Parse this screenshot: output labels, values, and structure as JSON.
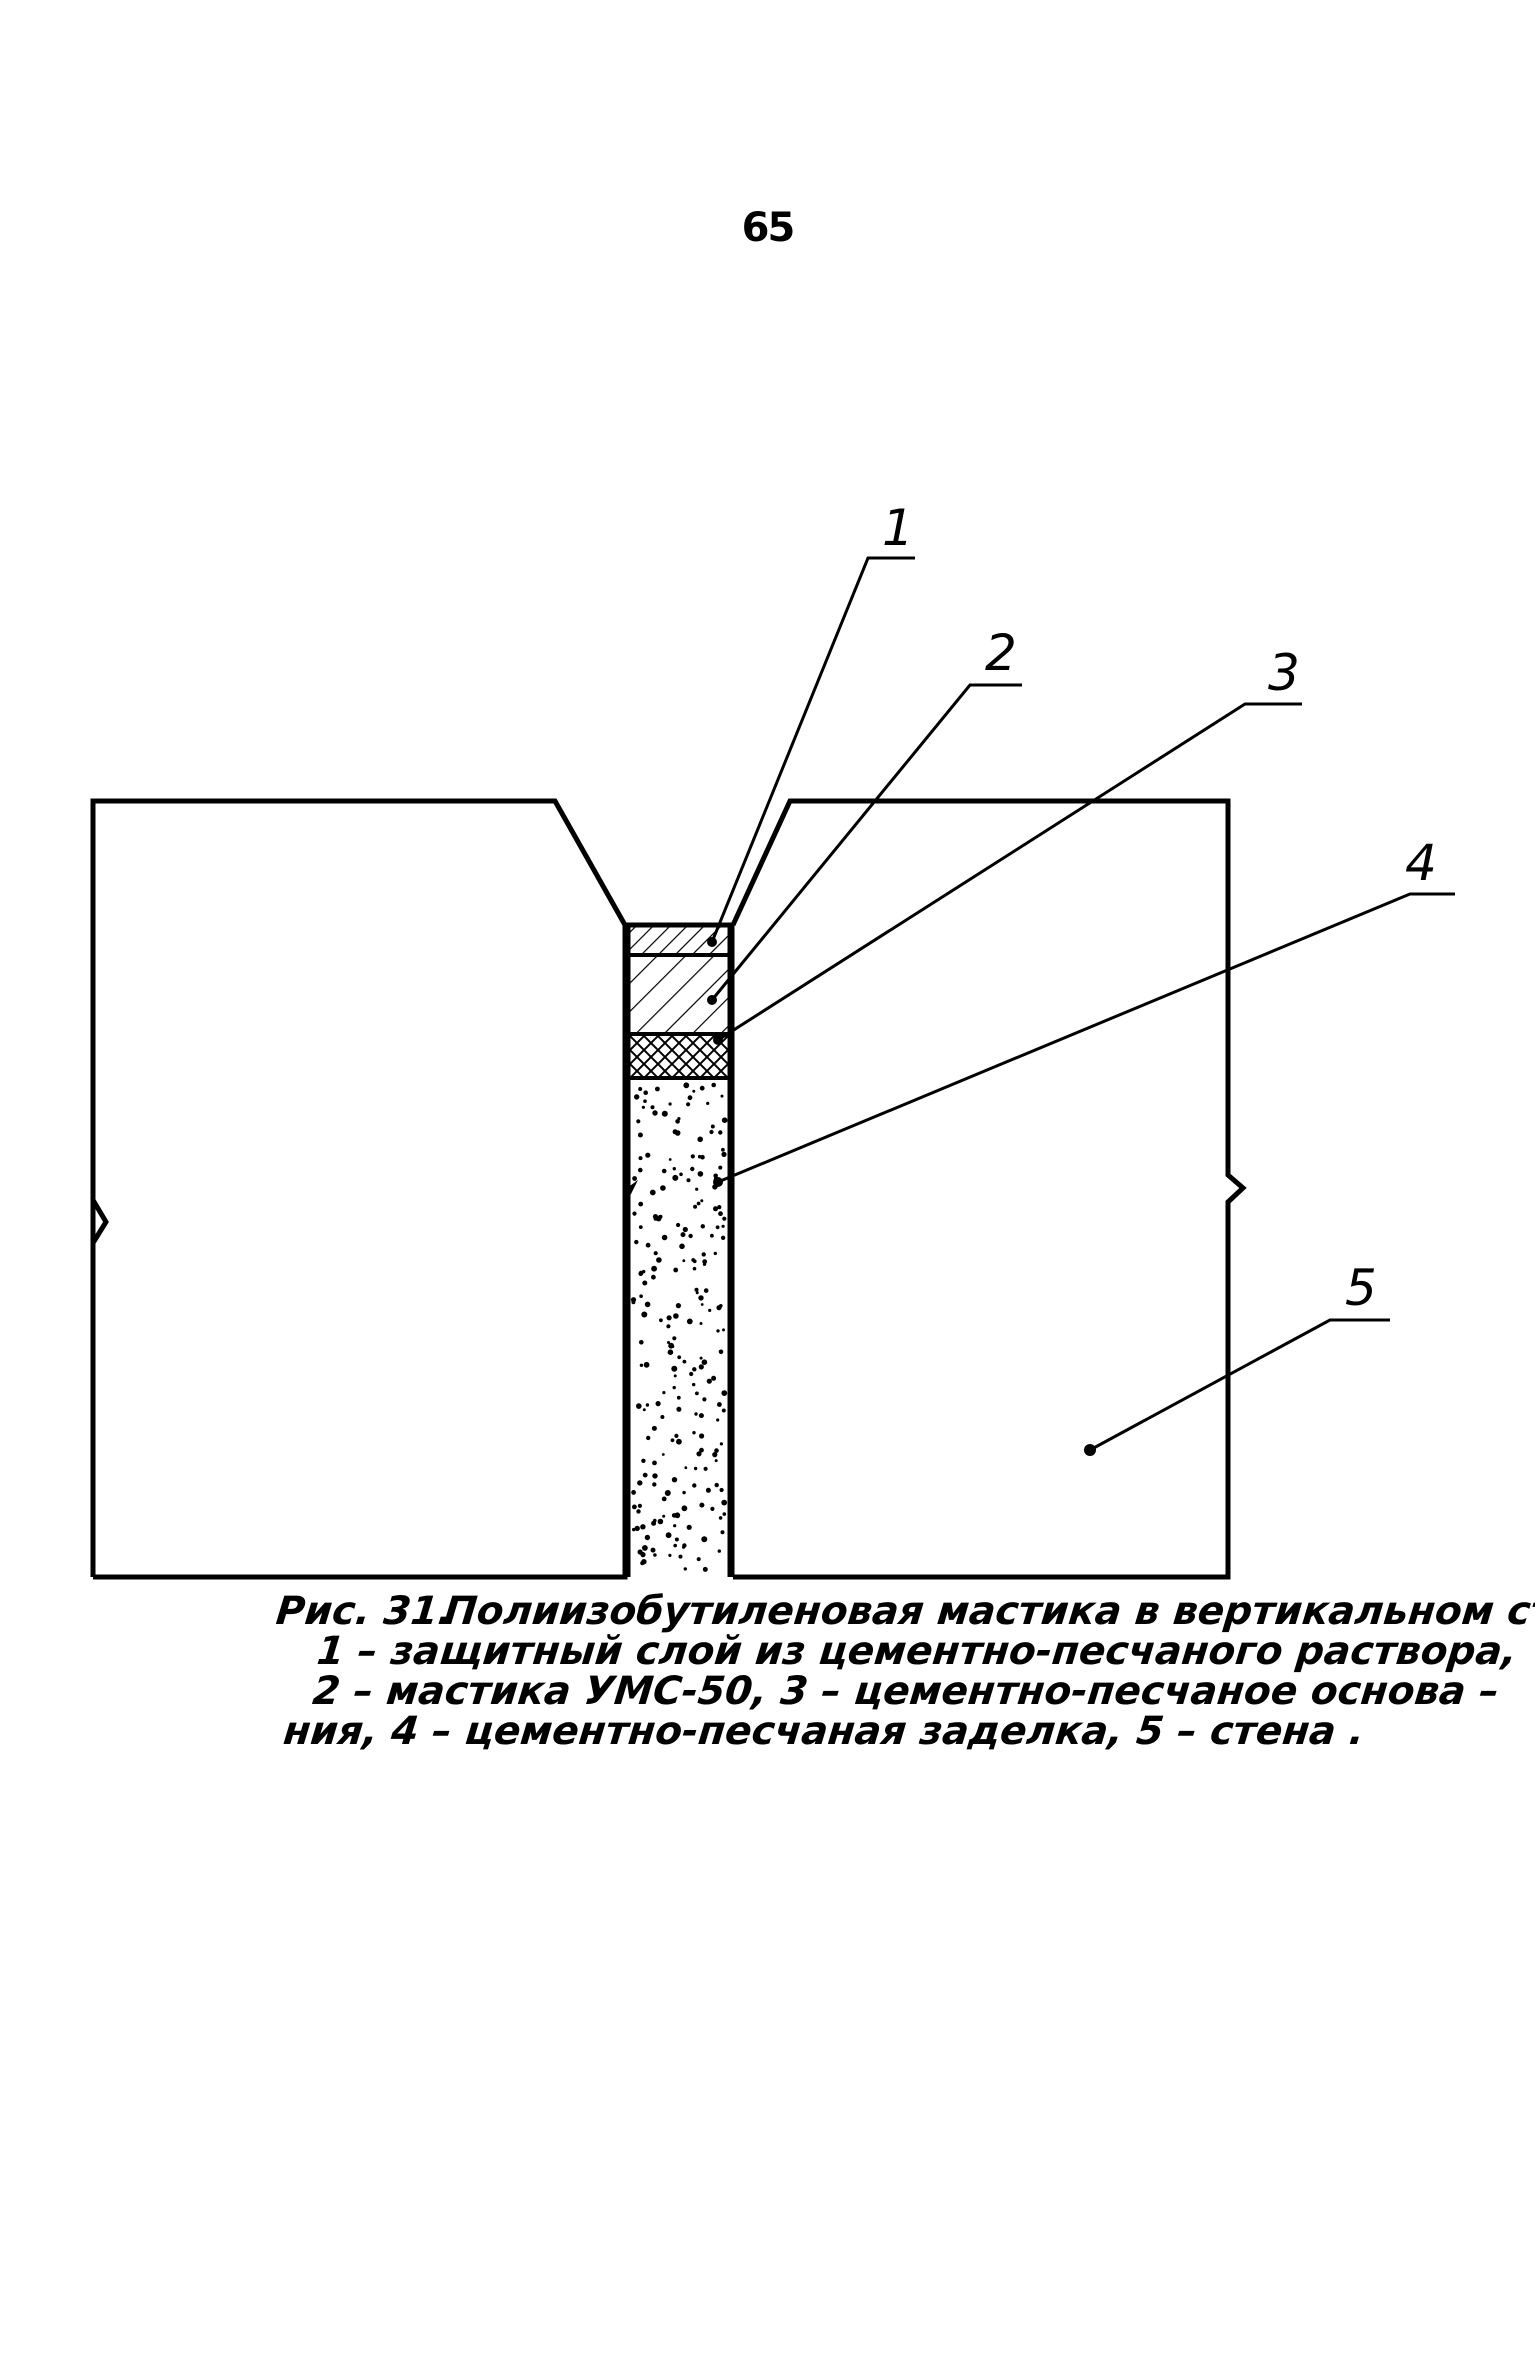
{
  "page_number": "65",
  "callouts": [
    "1",
    "2",
    "3",
    "4",
    "5"
  ],
  "caption": {
    "label": "Рис. 31.",
    "title": "Полиизобутиленовая мастика в вертикальном стыке:",
    "lines": [
      "1 – защитный слой из цементно-песчаного раствора,",
      "2 – мастика УМС-50, 3 – цементно-песчаное основа –",
      "ния, 4 – цементно-песчаная заделка, 5 – стена ."
    ]
  }
}
